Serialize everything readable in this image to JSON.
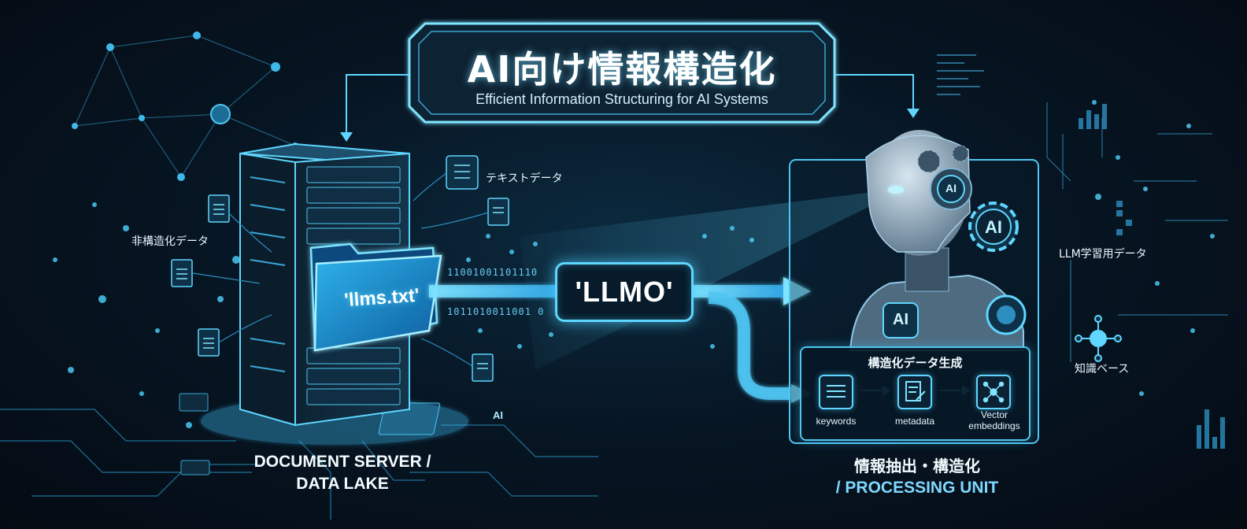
{
  "title": {
    "main": "AI向け情報構造化",
    "subtitle": "Efficient Information Structuring for AI Systems"
  },
  "left_labels": {
    "unstructured": "非構造化データ",
    "text_data": "テキストデータ"
  },
  "server": {
    "file_label": "'llms.txt'",
    "caption_line1": "DOCUMENT SERVER /",
    "caption_line2": "DATA LAKE"
  },
  "stream": {
    "binary_top": "11001001101110",
    "binary_bottom": "1011010011001 0",
    "center_label": "'LLMO'"
  },
  "ai_unit": {
    "chip_label": "AI",
    "head_badge": "AI",
    "chest_badge": "AI",
    "gear_badge": "AI",
    "caption_line1": "情報抽出・構造化",
    "caption_line2": "/ PROCESSING UNIT"
  },
  "structure_panel": {
    "title": "構造化データ生成",
    "steps": [
      {
        "label": "keywords",
        "icon": "list-icon"
      },
      {
        "label": "metadata",
        "icon": "document-edit-icon"
      },
      {
        "label": "Vector\nembeddings",
        "icon": "network-nodes-icon"
      }
    ]
  },
  "right_labels": {
    "llm_training": "LLM学習用データ",
    "knowledge_base": "知識ベース"
  },
  "colors": {
    "accent": "#5fd6ff",
    "glow": "#8fe6ff",
    "background": "#071624",
    "panel": "#0a2233"
  }
}
